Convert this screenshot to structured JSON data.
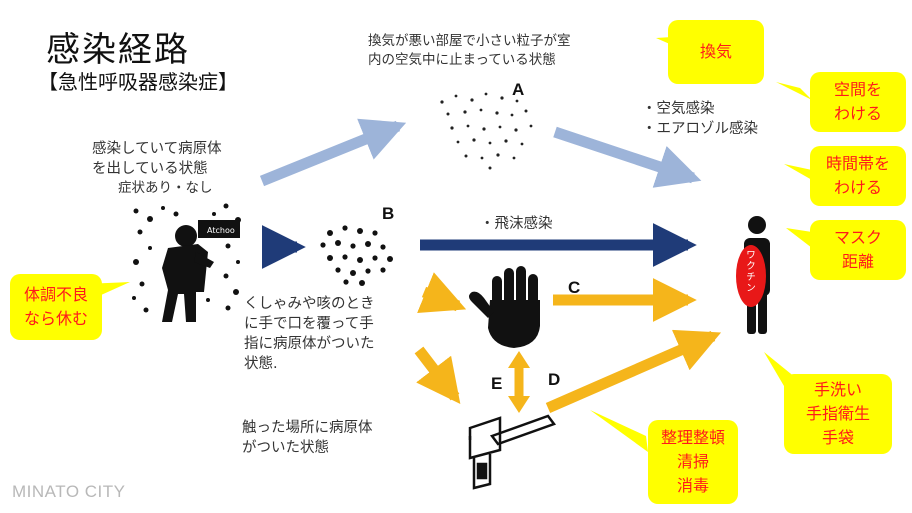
{
  "title": "感染経路",
  "subtitle": "【急性呼吸器感染症】",
  "texts": {
    "infected": "感染していて病原体\nを出している状態",
    "symptoms": "症状あり・なし",
    "ventilation_note": "換気が悪い部屋で小さい粒子が室\n内の空気中に止まっている状態",
    "airborne": "・空気感染\n・エアロゾル感染",
    "droplet": "・飛沫感染",
    "sneeze_hand": "くしゃみや咳のとき\nに手で口を覆って手\n指に病原体がついた\n状態.",
    "touched_place": "触った場所に病原体\nがついた状態",
    "atchoo": "Atchoo",
    "vaccine": "ワ\nク\nチ\nン"
  },
  "letters": {
    "A": "A",
    "B": "B",
    "C": "C",
    "D": "D",
    "E": "E"
  },
  "callouts": {
    "kanki": "換気",
    "space": "空間を\nわける",
    "time": "時間帯を\nわける",
    "mask": "マスク\n距離",
    "rest": "体調不良\nなら休む",
    "handwash": "手洗い\n手指衛生\n手袋",
    "cleaning": "整理整頓\n清掃\n消毒"
  },
  "brand": "MINATO CITY",
  "colors": {
    "callout_bg": "#ffff00",
    "callout_text": "#ff1a1a",
    "arrow_light_blue": "#9db4d9",
    "arrow_dark_blue": "#1f3b78",
    "arrow_orange": "#f5b51b",
    "vaccine_red": "#e81818"
  }
}
